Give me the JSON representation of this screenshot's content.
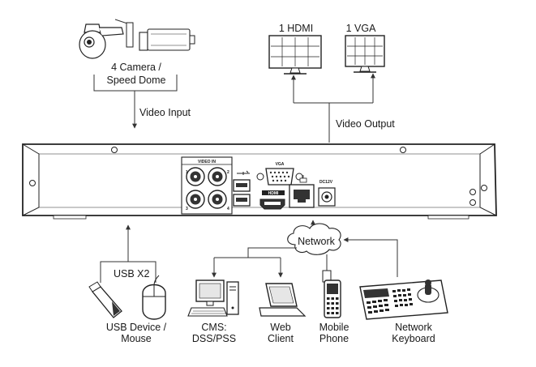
{
  "colors": {
    "line": "#333333",
    "device_fill": "#ffffff",
    "screen_gray": "#e6e6e6",
    "dark": "#222222"
  },
  "camera": {
    "label_line1": "4 Camera /",
    "label_line2": "Speed Dome",
    "link_label": "Video Input"
  },
  "monitors": {
    "hdmi_label": "1 HDMI",
    "vga_label": "1 VGA",
    "link_label": "Video Output"
  },
  "dvr": {
    "video_in_label": "VIDEO IN",
    "vga_label": "VGA",
    "hdmi_label": "HDMI",
    "power_label": "DC12V",
    "usb_icon": "usb-icon",
    "lan_icon": "network-icon"
  },
  "usb": {
    "link_label": "USB X2",
    "label_line1": "USB Device /",
    "label_line2": "Mouse"
  },
  "network": {
    "label": "Network"
  },
  "clients": {
    "cms_line1": "CMS:",
    "cms_line2": "DSS/PSS",
    "web_line1": "Web",
    "web_line2": "Client",
    "mobile_line1": "Mobile",
    "mobile_line2": "Phone",
    "keyboard_line1": "Network",
    "keyboard_line2": "Keyboard"
  }
}
